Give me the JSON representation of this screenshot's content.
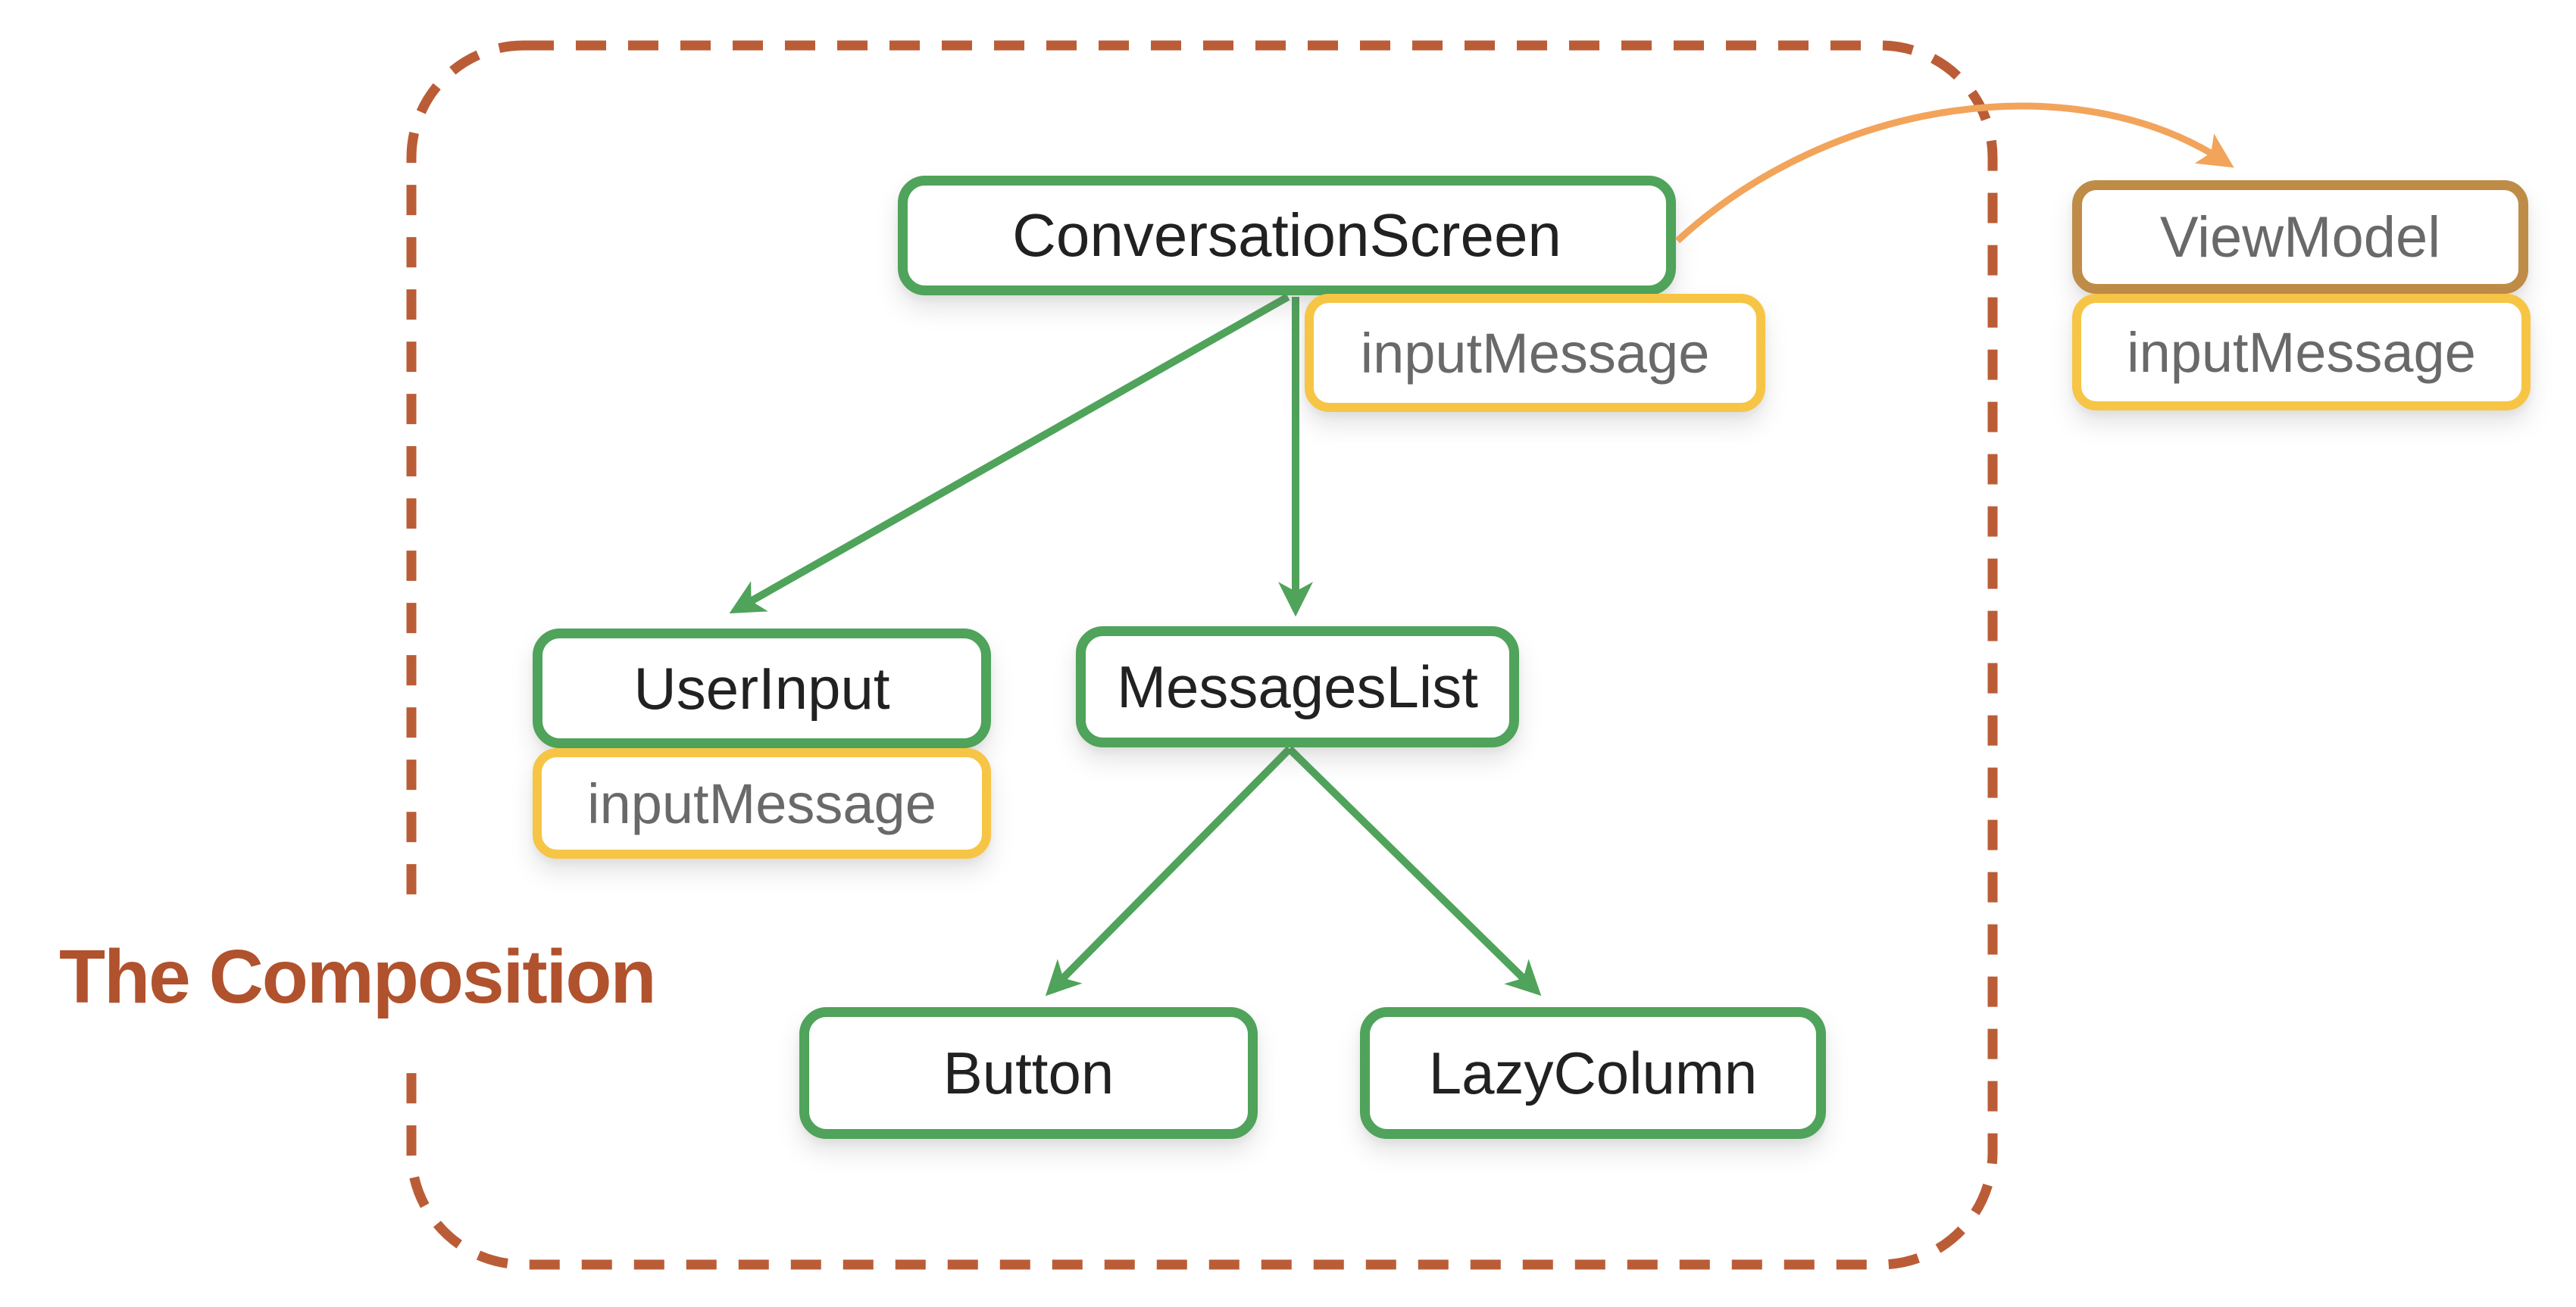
{
  "title": {
    "text": "The Composition"
  },
  "colors": {
    "green": "#4FA35A",
    "yellow": "#F7C545",
    "tan": "#BE8C47",
    "orange": "#F2A45A",
    "dash": "#BA5D37",
    "title": "#B0522D",
    "text_dark": "#212121",
    "text_gray": "#696969",
    "bg": "#FFFFFF"
  },
  "nodes": {
    "conversationScreen": {
      "label": "ConversationScreen",
      "badge": "inputMessage"
    },
    "userInput": {
      "label": "UserInput",
      "badge": "inputMessage"
    },
    "messagesList": {
      "label": "MessagesList"
    },
    "button": {
      "label": "Button"
    },
    "lazyColumn": {
      "label": "LazyColumn"
    },
    "viewModel": {
      "label": "ViewModel",
      "badge": "inputMessage"
    }
  }
}
